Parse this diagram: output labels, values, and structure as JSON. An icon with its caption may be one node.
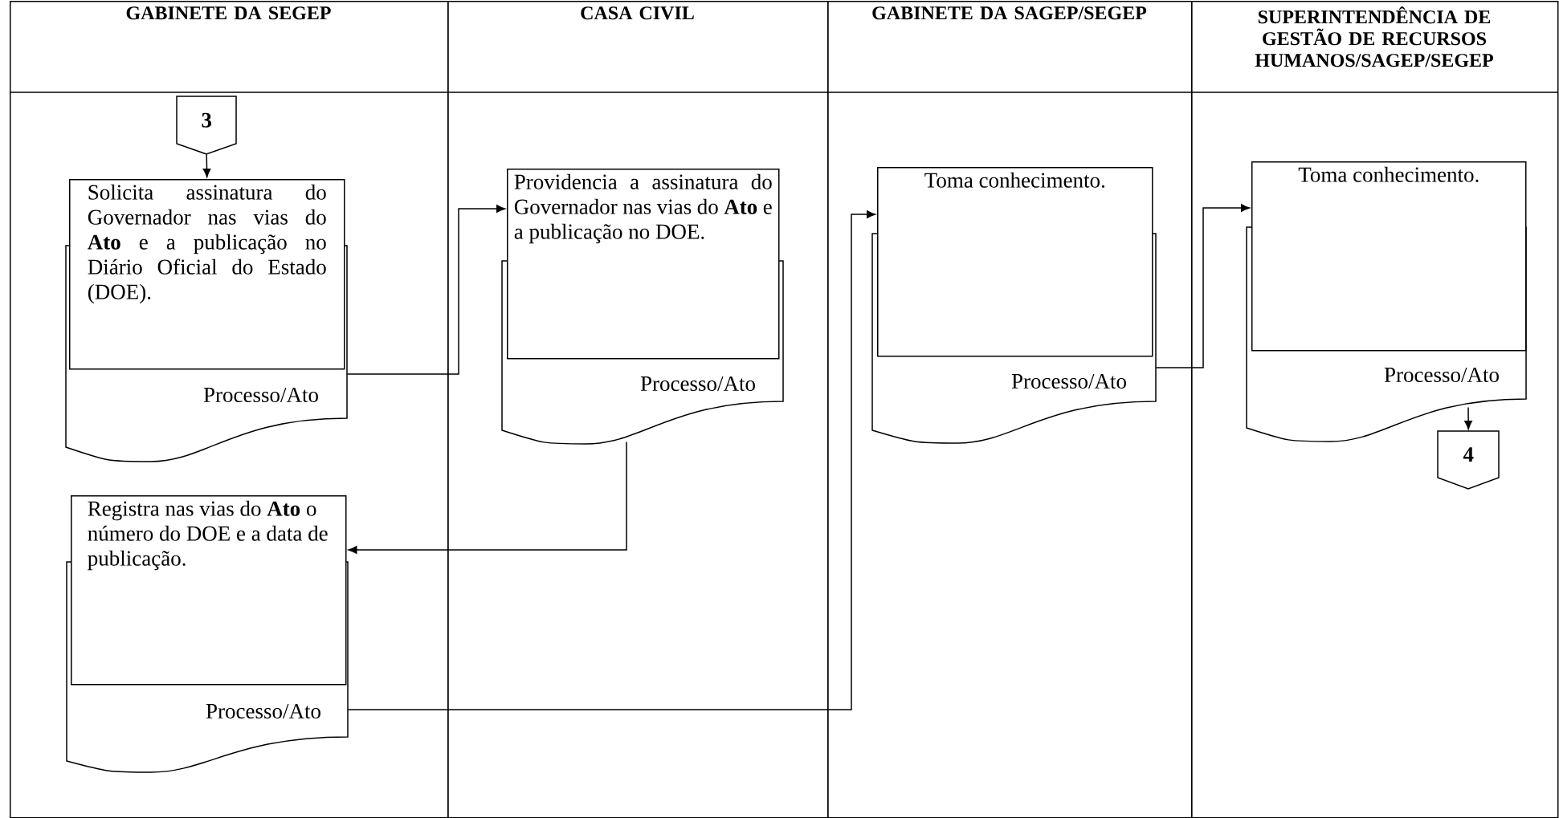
{
  "diagram": {
    "nodes": [
      {
        "text": [
          "GABINETE DA SEGEP"
        ]
      },
      {
        "text": [
          "CASA CIVIL"
        ]
      },
      {
        "text": [
          "GABINETE DA SAGEP/SEGEP"
        ]
      },
      {
        "text": [
          "SUPERINTENDÊNCIA DE GESTÃO DE RECURSOS HUMANOS/SAGEP/SEGEP"
        ]
      },
      {
        "text": [
          "3"
        ],
        "in": 0
      },
      {
        "text": [
          "Solicita assinatura do Governador nas vias do **Ato** e a publicação no Diário Oficial do Estado (DOE)."
        ],
        "in": 0
      },
      {
        "text": [
          "Processo/Ato"
        ],
        "in": 0
      },
      {
        "text": [
          "Providencia a assinatura do Governador nas vias do **Ato** e a publicação no DOE."
        ],
        "in": 1
      },
      {
        "text": [
          "Processo/Ato"
        ],
        "in": 1
      },
      {
        "text": [
          "Registra nas vias do **Ato** o número do DOE e a data de publicação."
        ],
        "in": 0
      },
      {
        "text": [
          "Processo/Ato"
        ],
        "in": 0
      },
      {
        "text": [
          "Toma conhecimento."
        ],
        "in": 2
      },
      {
        "text": [
          "Processo/Ato"
        ],
        "in": 2
      },
      {
        "text": [
          "Toma conhecimento."
        ],
        "in": 3
      },
      {
        "text": [
          "Processo/Ato"
        ],
        "in": 3
      },
      {
        "text": [
          "4"
        ],
        "in": 3
      }
    ],
    "edges": [
      {
        "from": 4,
        "to": 5,
        "arrow": "to"
      },
      {
        "from": 6,
        "to": 7,
        "arrow": "to"
      },
      {
        "from": 8,
        "to": 9,
        "arrow": "to"
      },
      {
        "from": 10,
        "to": 11,
        "arrow": "to"
      },
      {
        "from": 12,
        "to": 13,
        "arrow": "to"
      },
      {
        "from": 14,
        "to": 15,
        "arrow": "to"
      }
    ]
  }
}
